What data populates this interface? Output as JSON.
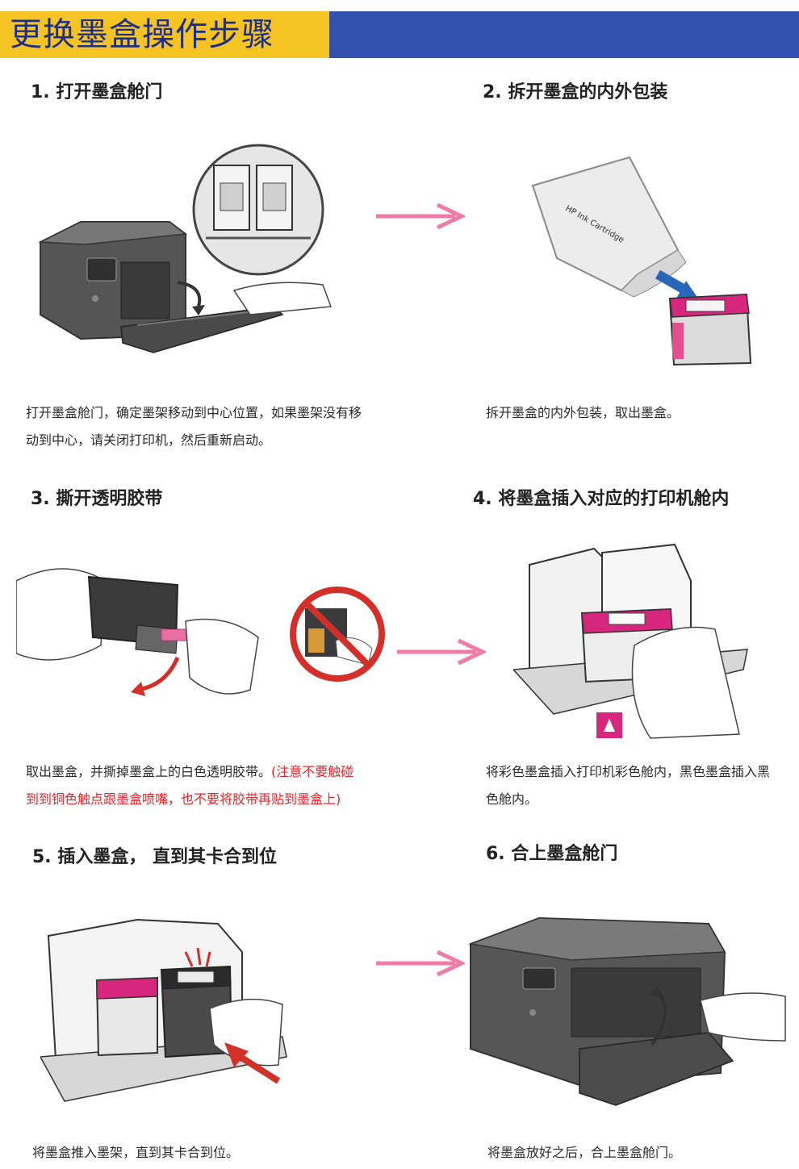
{
  "header": {
    "title": "更换墨盒操作步骤"
  },
  "colors": {
    "header_yellow": "#f6c324",
    "header_blue": "#3451b0",
    "title_blue": "#1b2f86",
    "arrow_pink": "#f07ba5",
    "warning_red": "#e0262c",
    "magenta": "#d6267e"
  },
  "steps": [
    {
      "title": "1. 打开墨盒舱门",
      "desc": "打开墨盒舱门，确定墨架移动到中心位置，如果墨架没有移动到中心，请关闭打印机，然后重新启动。"
    },
    {
      "title": "2. 拆开墨盒的内外包装",
      "desc": "拆开墨盒的内外包装，取出墨盒。",
      "package_label": "HP Ink Cartridge"
    },
    {
      "title": "3. 撕开透明胶带",
      "desc": "取出墨盒，并撕掉墨盒上的白色透明胶带。",
      "warning": "(注意不要触碰到到铜色触点跟墨盒喷嘴，也不要将胶带再贴到墨盒上)"
    },
    {
      "title": "4. 将墨盒插入对应的打印机舱内",
      "desc": "将彩色墨盒插入打印机彩色舱内，黑色墨盒插入黑色舱内。"
    },
    {
      "title": "5. 插入墨盒，  直到其卡合到位",
      "desc": "将墨盒推入墨架，直到其卡合到位。"
    },
    {
      "title": "6. 合上墨盒舱门",
      "desc": "将墨盒放好之后，合上墨盒舱门。"
    }
  ]
}
